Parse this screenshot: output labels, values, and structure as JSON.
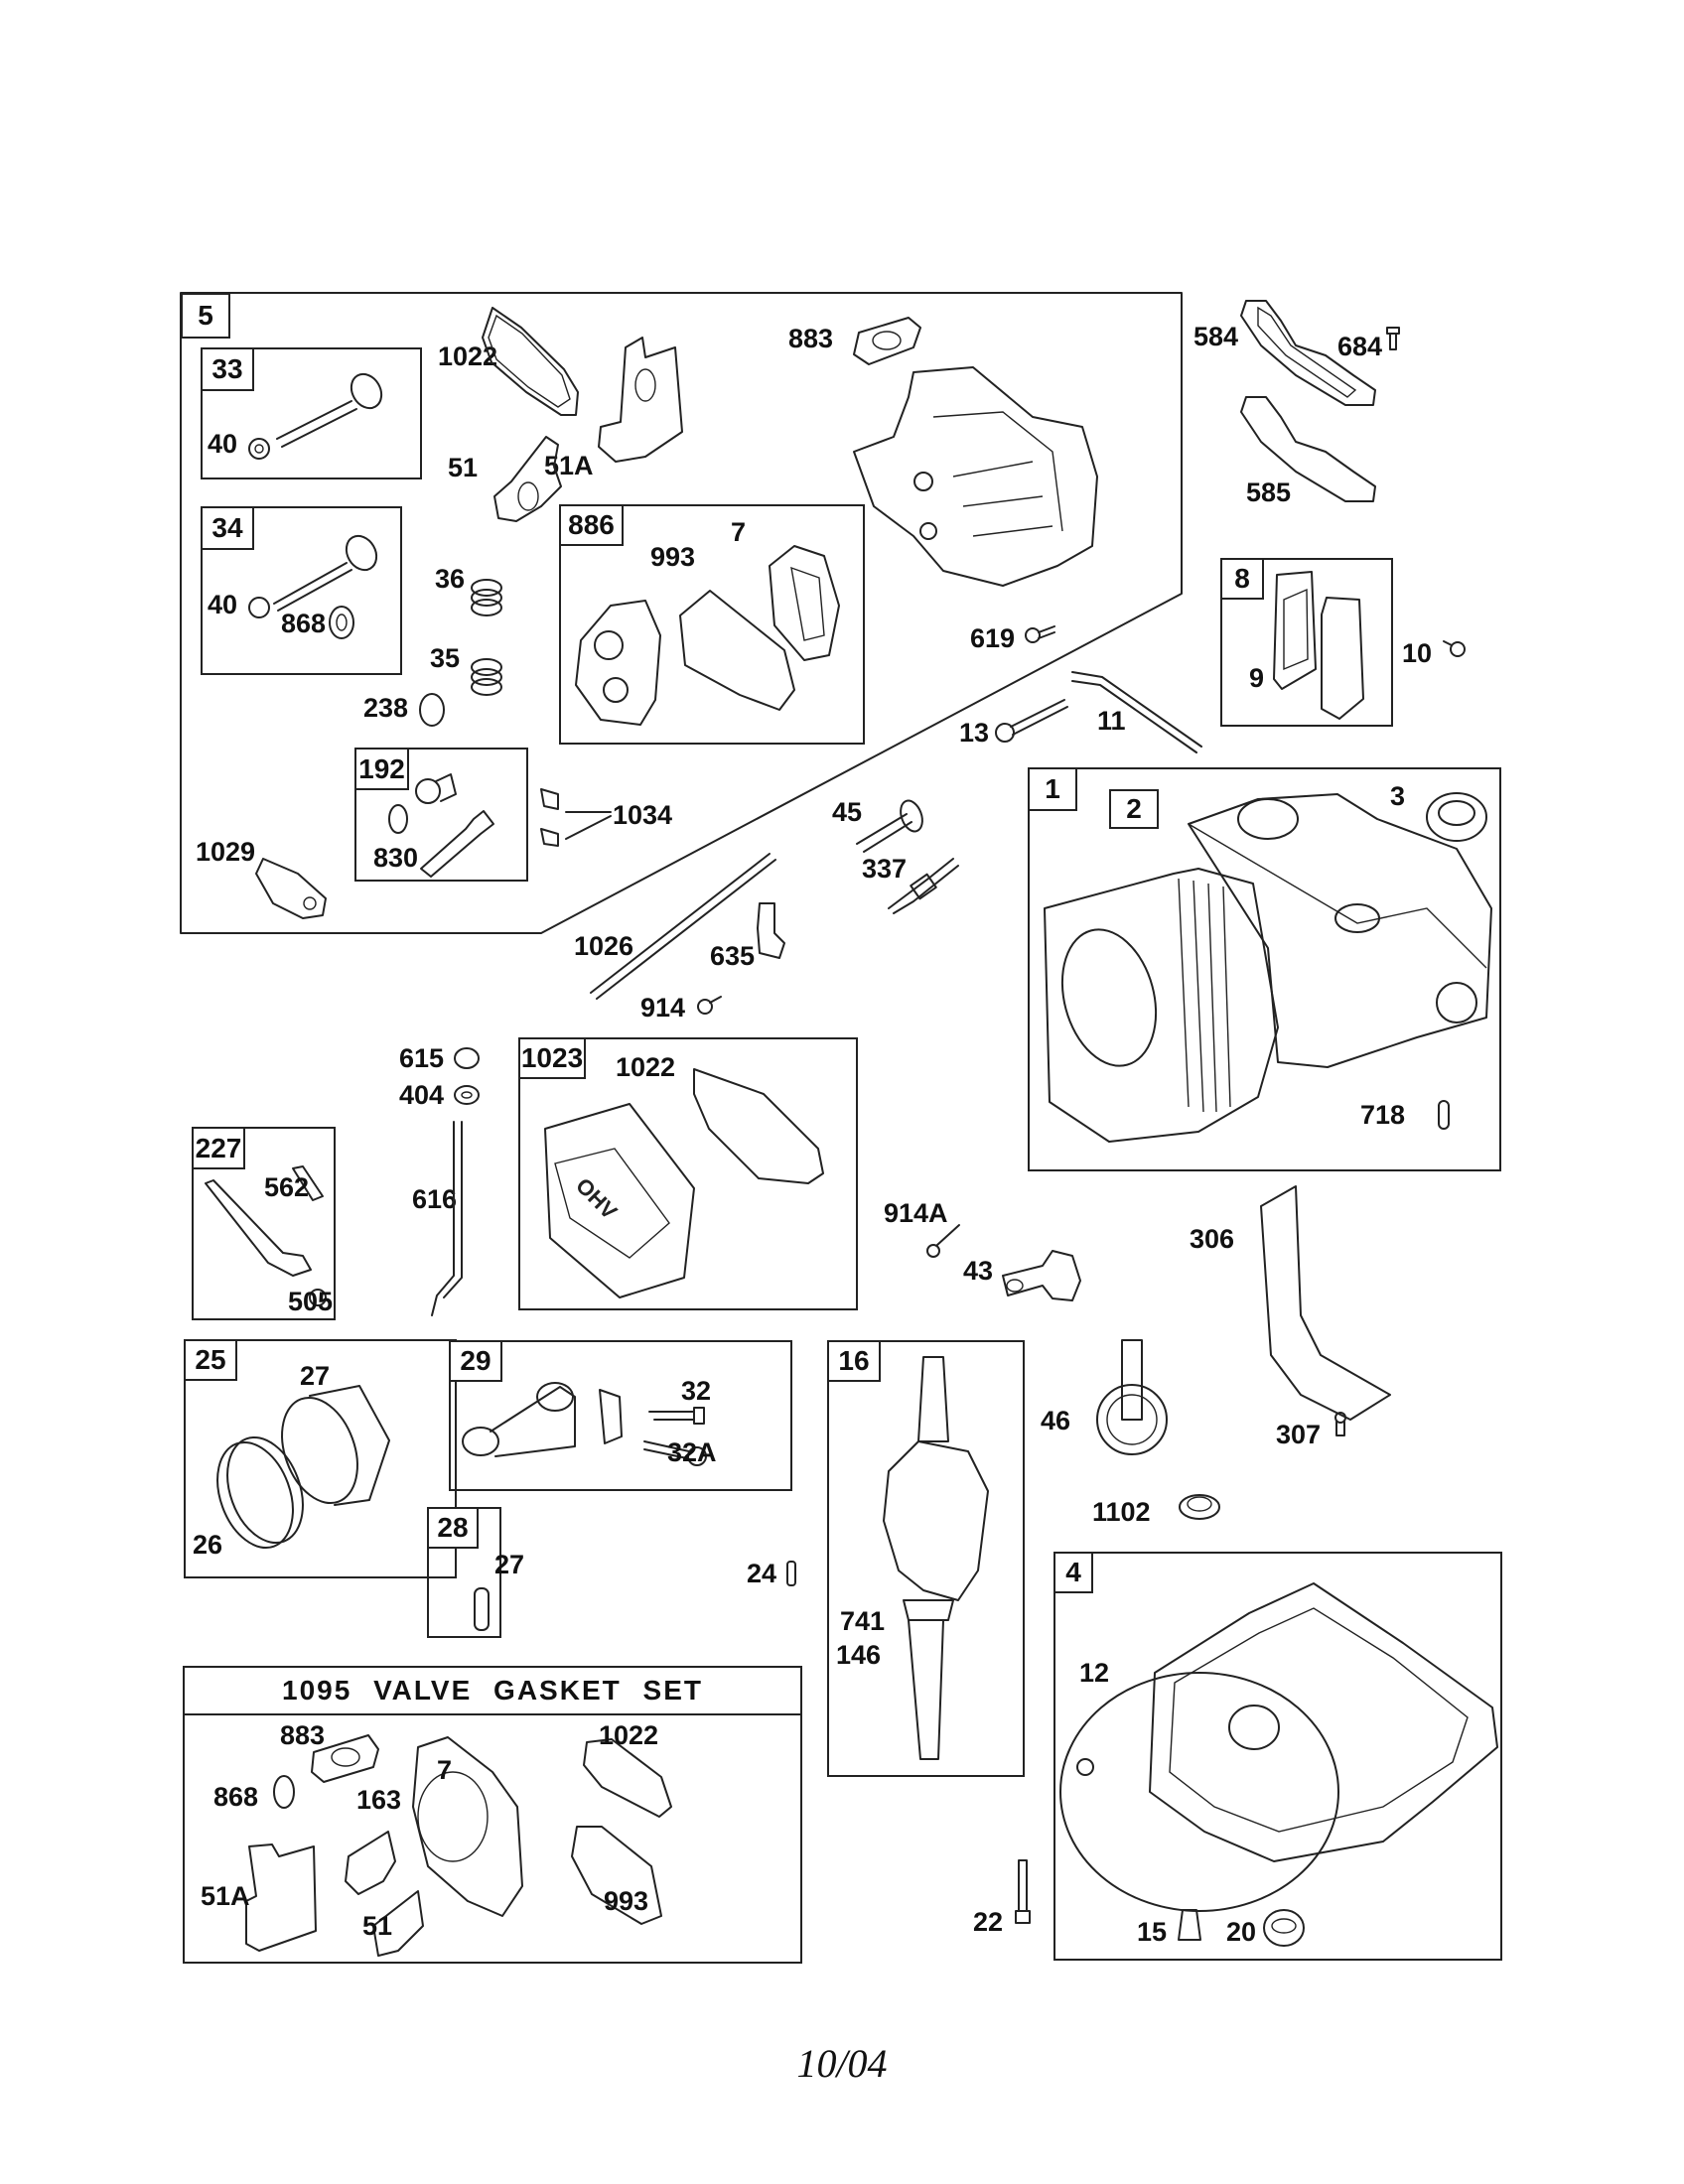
{
  "page": {
    "footer_date": "10/04"
  },
  "groups": {
    "cylinder_head_assembly": {
      "ref": "5"
    },
    "exhaust_valve": {
      "ref": "33"
    },
    "intake_valve": {
      "ref": "34"
    },
    "gasket_kit_886": {
      "ref": "886"
    },
    "rocker_stud_kit": {
      "ref": "192"
    },
    "muffler_gasket_kit": {
      "ref": "8"
    },
    "cylinder_assembly": {
      "ref": "1"
    },
    "cylinder_sub": {
      "ref": "2"
    },
    "rocker_cover_kit": {
      "ref": "1023"
    },
    "governor_lever_kit": {
      "ref": "227"
    },
    "piston_assembly": {
      "ref": "25"
    },
    "connecting_rod_kit": {
      "ref": "29"
    },
    "piston_pin_kit": {
      "ref": "28"
    },
    "crankshaft": {
      "ref": "16"
    },
    "sump_assembly": {
      "ref": "4"
    },
    "valve_gasket_set": {
      "ref": "1095",
      "title": "1095  VALVE  GASKET  SET"
    }
  },
  "labels": {
    "l1022a": "1022",
    "l883a": "883",
    "l40a": "40",
    "l51a": "51",
    "l51Aa": "51A",
    "l40b": "40",
    "l868a": "868",
    "l36": "36",
    "l35": "35",
    "l238": "238",
    "l993a": "993",
    "l7a": "7",
    "l619": "619",
    "l830": "830",
    "l1034": "1034",
    "l1029": "1029",
    "l584": "584",
    "l684": "684",
    "l585": "585",
    "l9": "9",
    "l10": "10",
    "l13": "13",
    "l11": "11",
    "l45": "45",
    "l337": "337",
    "l1026": "1026",
    "l635": "635",
    "l914": "914",
    "l3": "3",
    "l718": "718",
    "l615": "615",
    "l404": "404",
    "l616": "616",
    "l1022b": "1022",
    "l562": "562",
    "l505": "505",
    "l914A": "914A",
    "l43": "43",
    "l306": "306",
    "l307": "307",
    "l46": "46",
    "l1102": "1102",
    "l27a": "27",
    "l26": "26",
    "l32": "32",
    "l32A": "32A",
    "l27b": "27",
    "l24": "24",
    "l741": "741",
    "l146": "146",
    "l12": "12",
    "l22": "22",
    "l15": "15",
    "l20": "20",
    "l883b": "883",
    "l868b": "868",
    "l163": "163",
    "l7b": "7",
    "l1022c": "1022",
    "l51Ab": "51A",
    "l51b": "51",
    "l993b": "993"
  }
}
